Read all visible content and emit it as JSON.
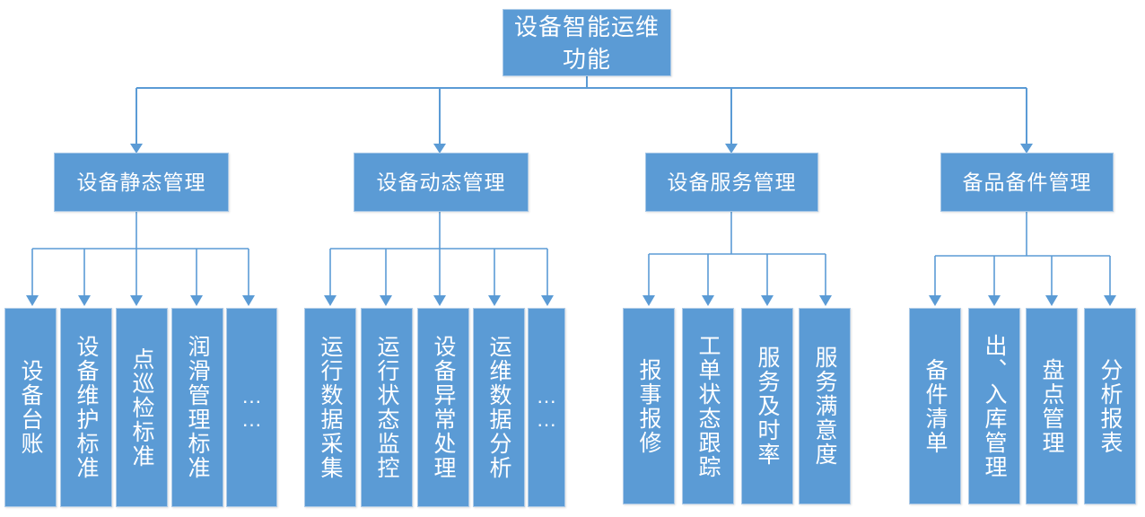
{
  "diagram": {
    "type": "organization-tree",
    "title": "设备智能运维功能",
    "colors": {
      "box_fill": "#5B9BD5",
      "box_border": "#A9C9E8",
      "connector": "#5B9BD5",
      "text": "#FFFFFF",
      "background": "#FFFFFF"
    },
    "root": {
      "label": "设备智能运维功能"
    },
    "branches": [
      {
        "label": "设备静态管理",
        "leaves": [
          {
            "label": "设备台账"
          },
          {
            "label": "设备维护标准"
          },
          {
            "label": "点巡检标准"
          },
          {
            "label": "润滑管理标准"
          },
          {
            "label": "……"
          }
        ]
      },
      {
        "label": "设备动态管理",
        "leaves": [
          {
            "label": "运行数据采集"
          },
          {
            "label": "运行状态监控"
          },
          {
            "label": "设备异常处理"
          },
          {
            "label": "运维数据分析"
          },
          {
            "label": "……"
          }
        ]
      },
      {
        "label": "设备服务管理",
        "leaves": [
          {
            "label": "报事报修"
          },
          {
            "label": "工单状态跟踪"
          },
          {
            "label": "服务及时率"
          },
          {
            "label": "服务满意度"
          }
        ]
      },
      {
        "label": "备品备件管理",
        "leaves": [
          {
            "label": "备件清单"
          },
          {
            "label": "出、入库管理"
          },
          {
            "label": "盘点管理"
          },
          {
            "label": "分析报表"
          }
        ]
      }
    ]
  }
}
